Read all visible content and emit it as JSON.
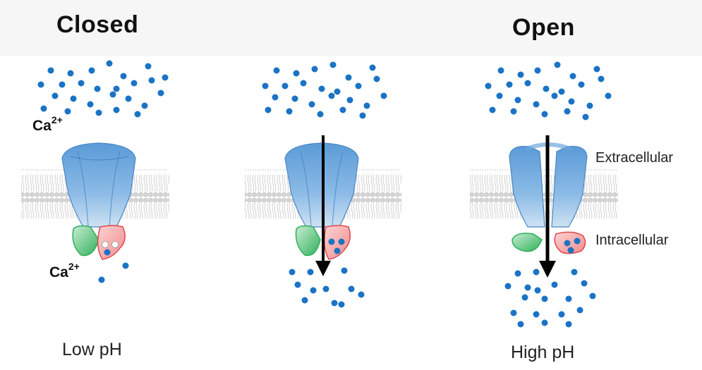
{
  "titles": {
    "closed": "Closed",
    "open": "Open"
  },
  "ion": {
    "base": "Ca",
    "charge": "2+"
  },
  "labels": {
    "extracellular": "Extracellular",
    "intracellular": "Intracellular"
  },
  "footers": {
    "low": "Low pH",
    "high": "High pH"
  },
  "colors": {
    "ion": "#1a73c4",
    "channel": "#6aa6de",
    "channel_dark": "#3f84c8",
    "membrane": "#c9c9c9",
    "sensor_green": "#2fb05a",
    "sensor_red": "#e0474b",
    "arrow": "#000000"
  }
}
